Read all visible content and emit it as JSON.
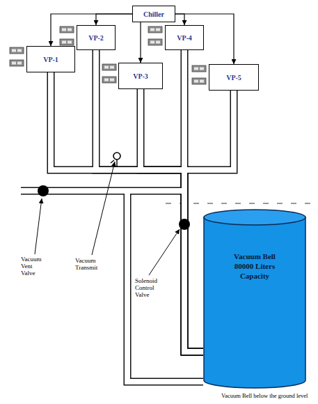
{
  "diagram": {
    "caption": "Vacuum Bell below the ground level",
    "nodes": [
      {
        "text": [
          "Chiller"
        ]
      },
      {
        "text": [
          "VP-2"
        ]
      },
      {
        "text": [
          "VP-4"
        ]
      },
      {
        "text": [
          "VP-1"
        ]
      },
      {
        "text": [
          "VP-3"
        ]
      },
      {
        "text": [
          "VP-5"
        ]
      },
      {
        "text": [
          "Vacuum Bell 80000 Liters Capacity"
        ]
      }
    ],
    "edges": [
      {
        "from": 0,
        "to": 3,
        "arrow": "to"
      },
      {
        "from": 0,
        "to": 1,
        "arrow": "to"
      },
      {
        "from": 0,
        "to": 4,
        "arrow": "to"
      },
      {
        "from": 0,
        "to": 2,
        "arrow": "to"
      },
      {
        "from": 0,
        "to": 5,
        "arrow": "to"
      },
      {
        "from": 3,
        "to": 6,
        "arrow": "none"
      },
      {
        "from": 1,
        "to": 6,
        "arrow": "none"
      },
      {
        "from": 4,
        "to": 6,
        "arrow": "none"
      },
      {
        "from": 2,
        "to": 6,
        "arrow": "none"
      },
      {
        "from": 5,
        "to": 6,
        "arrow": "none"
      }
    ],
    "labels": [
      "Vacuum Vent Valve",
      "Vacuum Transmit",
      "Solenoid Control Valve"
    ]
  }
}
